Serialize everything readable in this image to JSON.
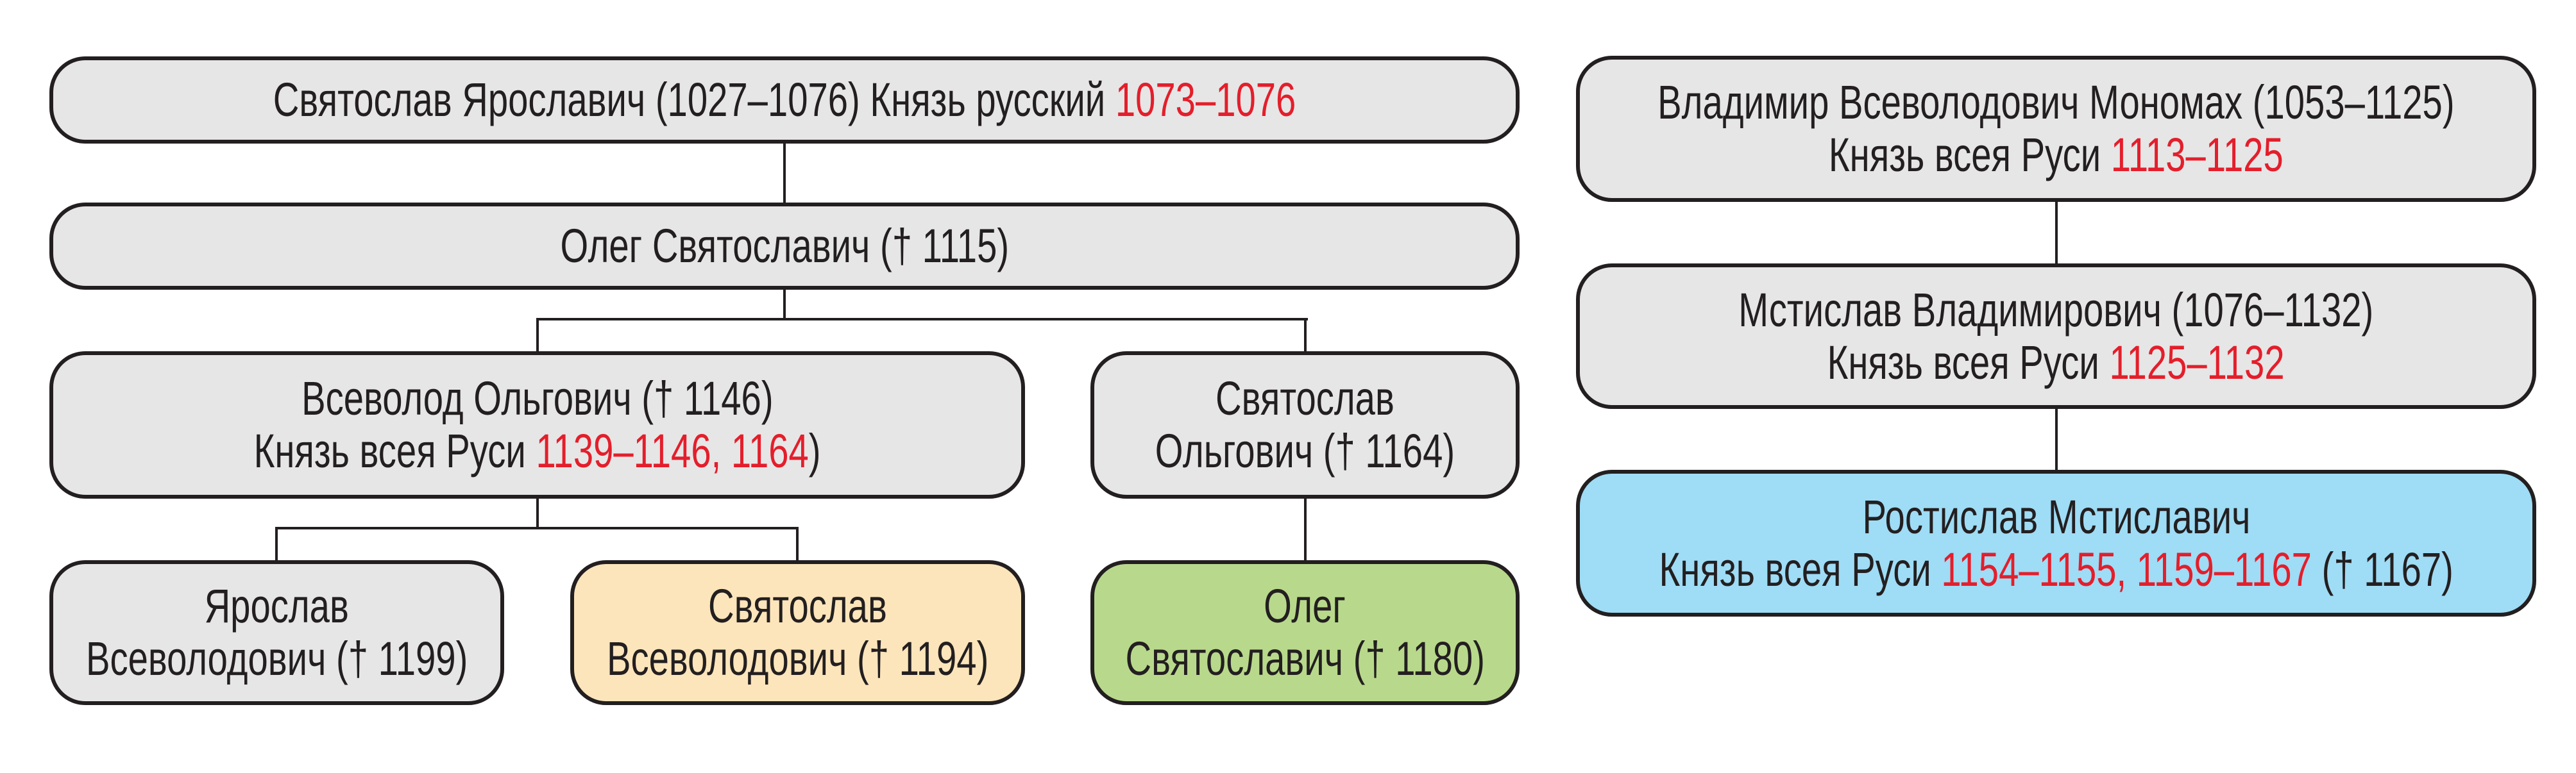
{
  "colors": {
    "gray": "#e6e6e6",
    "orange": "#fde5bb",
    "green": "#b8d98b",
    "blue": "#9fdcf5",
    "red": "#e41e2b"
  },
  "left_tree": {
    "sviatoslav_yaroslavich": {
      "name": "Святослав Ярославич (1027–1076) Князь русский",
      "reign": "1073–1076"
    },
    "oleg_sviatoslavich": {
      "name": "Олег Святославич († 1115)"
    },
    "vsevolod_olgovich": {
      "line1": "Всеволод Ольгович († 1146)",
      "title": "Князь всея Руси",
      "reign": "1139–1146, 1164",
      "close": ")"
    },
    "sviatoslav_olgovich": {
      "line1": "Святослав",
      "line2": "Ольгович († 1164)"
    },
    "yaroslav_vsevolodovich": {
      "line1": "Ярослав",
      "line2": "Всеволодович († 1199)"
    },
    "sviatoslav_vsevolodovich": {
      "line1": "Святослав",
      "line2": "Всеволодович († 1194)"
    },
    "oleg_sviatoslavich_2": {
      "line1": "Олег",
      "line2": "Святославич († 1180)"
    }
  },
  "right_tree": {
    "vladimir_monomakh": {
      "line1": "Владимир Всеволодович Мономах (1053–1125)",
      "title": "Князь всея Руси",
      "reign": "1113–1125"
    },
    "mstislav_vladimirovich": {
      "line1": "Мстислав Владимирович (1076–1132)",
      "title": "Князь всея Руси",
      "reign": "1125–1132"
    },
    "rostislav_mstislavich": {
      "line1": "Ростислав Мстиславич",
      "title": "Князь всея Руси",
      "reign": "1154–1155, 1159–1167",
      "death": "(† 1167)"
    }
  }
}
